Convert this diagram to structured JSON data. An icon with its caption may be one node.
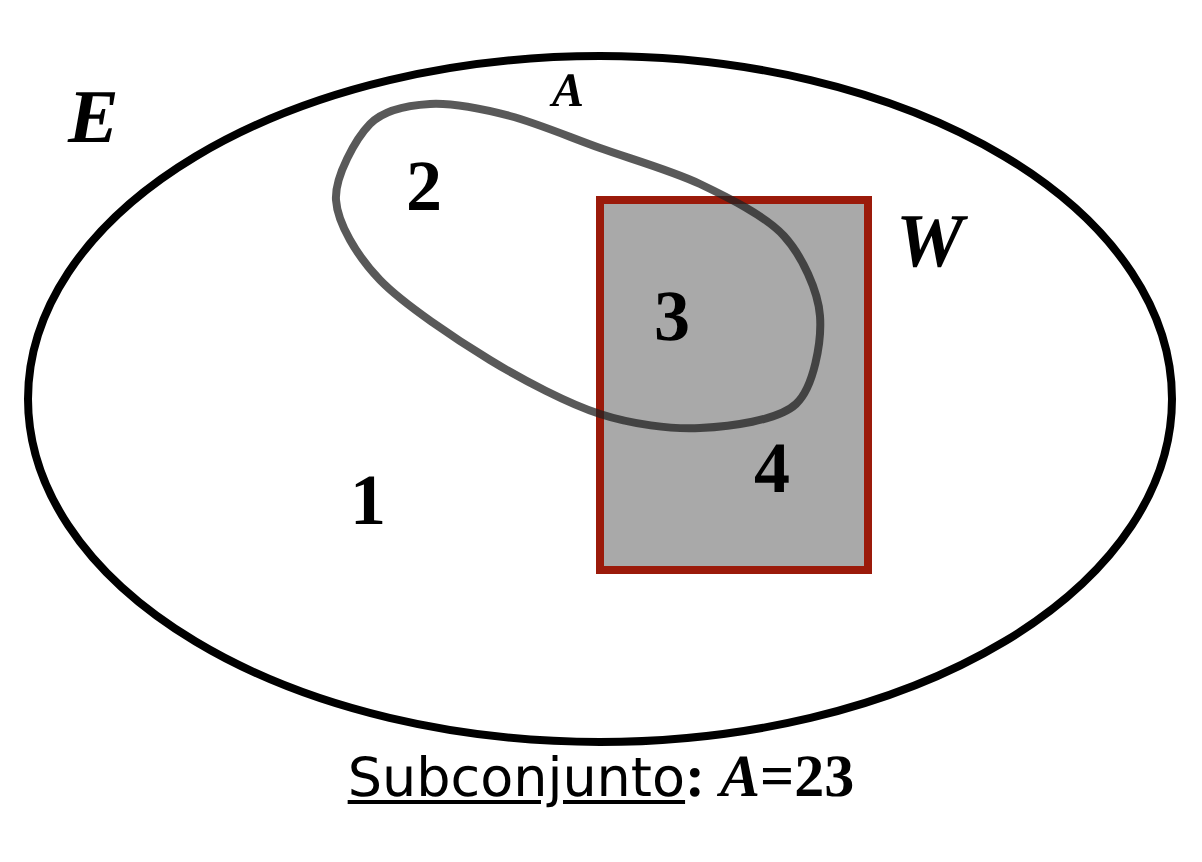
{
  "diagram": {
    "caption": "Subconjunto**: *A*=23**",
    "nodes": [
      {
        "text": [
          "E"
        ]
      },
      {
        "text": [
          "A"
        ],
        "in": 0
      },
      {
        "text": [
          "W"
        ],
        "in": 0
      }
    ],
    "labels": [
      "2",
      "3",
      "1",
      "4"
    ]
  }
}
